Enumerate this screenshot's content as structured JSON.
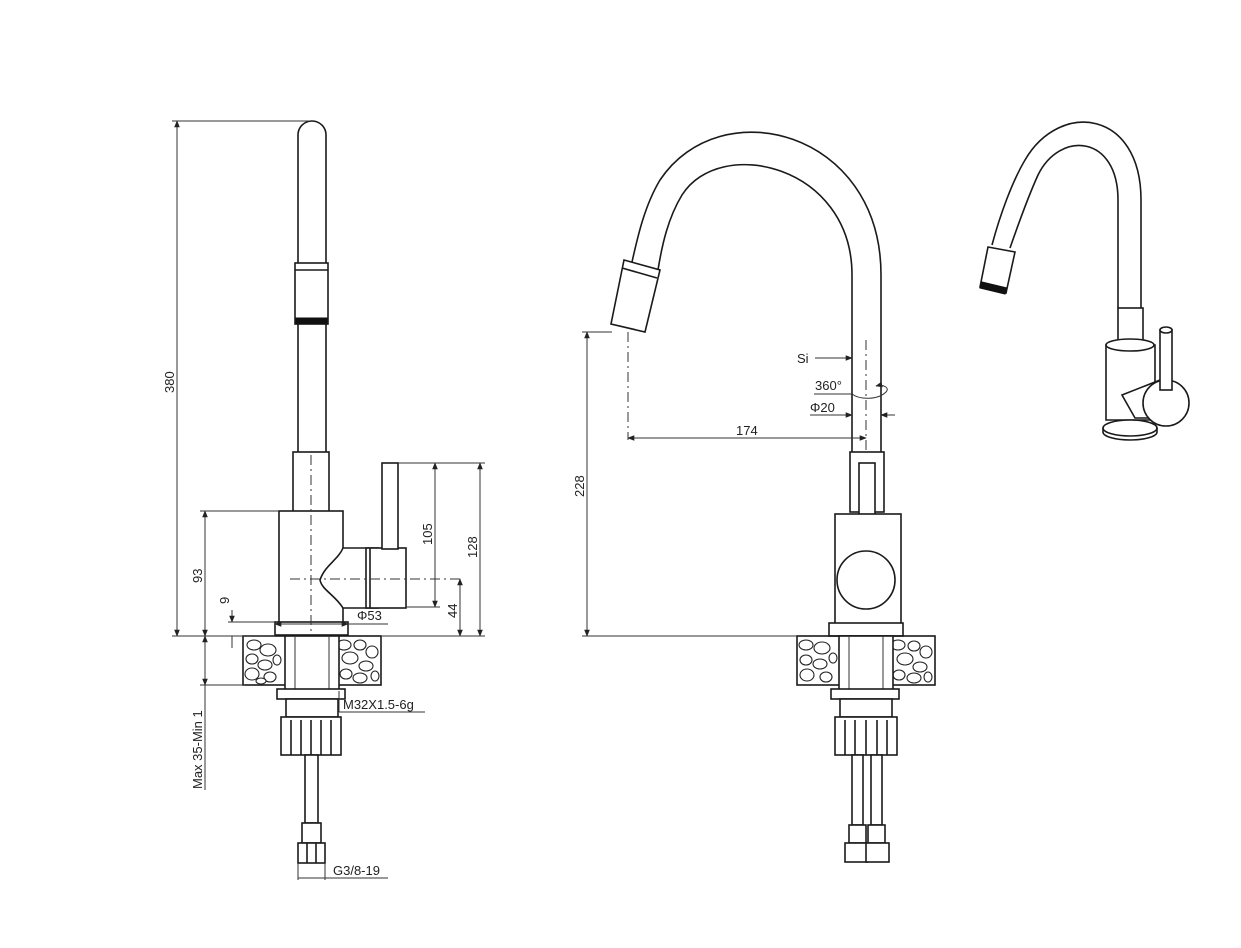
{
  "front_view": {
    "height_total": "380",
    "handle_height": "105",
    "body_height": "128",
    "base_height": "93",
    "small_gap": "9",
    "lever_offset": "44",
    "base_diameter": "Φ53",
    "thread": "M32X1.5-6g",
    "deck_thickness": "Max 35-Min 1",
    "hose_thread": "G3/8-19"
  },
  "side_view": {
    "spout_height": "228",
    "spout_reach": "174",
    "material": "Si",
    "rotation": "360°",
    "tube_diameter": "Φ20"
  }
}
